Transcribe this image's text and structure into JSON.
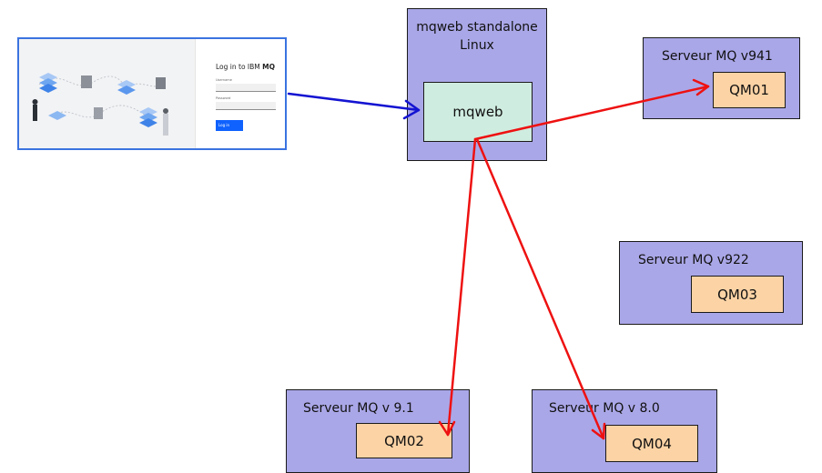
{
  "login_screenshot": {
    "heading_prefix": "Log in to IBM ",
    "heading_brand": "MQ",
    "username_label": "Username",
    "password_label": "Password",
    "login_button": "Log in"
  },
  "standalone": {
    "title_line1": "mqweb standalone",
    "title_line2": "Linux",
    "inner_label": "mqweb"
  },
  "servers": [
    {
      "title": "Serveur MQ v941",
      "qm": "QM01"
    },
    {
      "title": "Serveur MQ v922",
      "qm": "QM03"
    },
    {
      "title": "Serveur MQ v 9.1",
      "qm": "QM02"
    },
    {
      "title": "Serveur MQ v 8.0",
      "qm": "QM04"
    }
  ],
  "colors": {
    "server_fill": "#aaa7e8",
    "qm_fill": "#fbd3a5",
    "mqweb_fill": "#cfece0",
    "blue_arrow": "#1414d2",
    "red_arrow": "#ee1111",
    "screenshot_border": "#3b73e0"
  }
}
